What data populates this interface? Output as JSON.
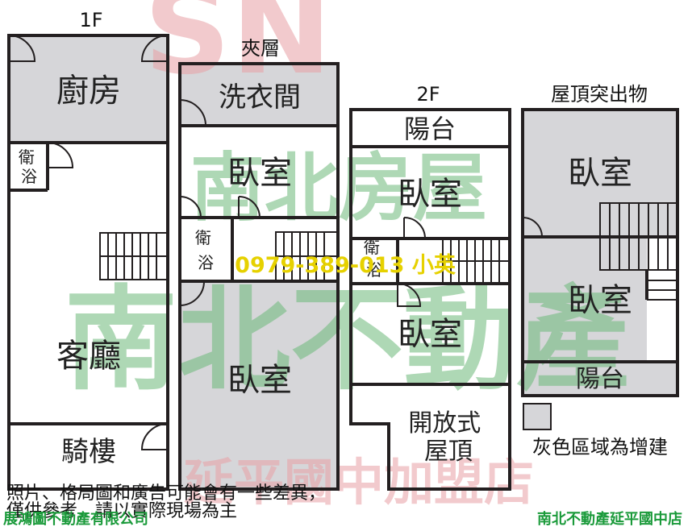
{
  "floors": {
    "f1": {
      "title": "1F",
      "rooms": {
        "kitchen": "廚房",
        "bath": "衛浴",
        "living": "客廳",
        "arcade": "騎樓"
      }
    },
    "mezz": {
      "title": "夾層",
      "rooms": {
        "laundry": "洗衣間",
        "bedroom_top": "臥室",
        "bath": "衛浴",
        "bedroom_bottom": "臥室"
      }
    },
    "f2": {
      "title": "2F",
      "rooms": {
        "balcony": "陽台",
        "bedroom_top": "臥室",
        "bath": "衛浴",
        "bedroom_bottom": "臥室",
        "open_roof": "開放式屋頂"
      }
    },
    "roof": {
      "title": "屋頂突出物",
      "rooms": {
        "bedroom_top": "臥室",
        "bedroom_bottom": "臥室",
        "balcony": "陽台"
      }
    }
  },
  "legend": {
    "text": "灰色區域為增建",
    "swatch_color": "#d6d6d9"
  },
  "disclaimer": {
    "line1": "照片、格局圖和廣告可能會有一些差異，",
    "line2": "僅供參考，請以實際現場為主"
  },
  "footer": {
    "left": "展鴻圖不動產有限公司",
    "right": "南北不動產延平國中店",
    "color": "#1a9a3a"
  },
  "contact": {
    "text": "0979-389-013  小英",
    "color": "#e6d100"
  },
  "watermark": {
    "big": "南北不動產",
    "top": "SN",
    "mid": "南北房屋",
    "bottom": "延平國中加盟店",
    "green": "#6cb97a",
    "pink": "#e9a0a5"
  },
  "colors": {
    "wall": "#231f20",
    "grey": "#d6d6d9"
  }
}
